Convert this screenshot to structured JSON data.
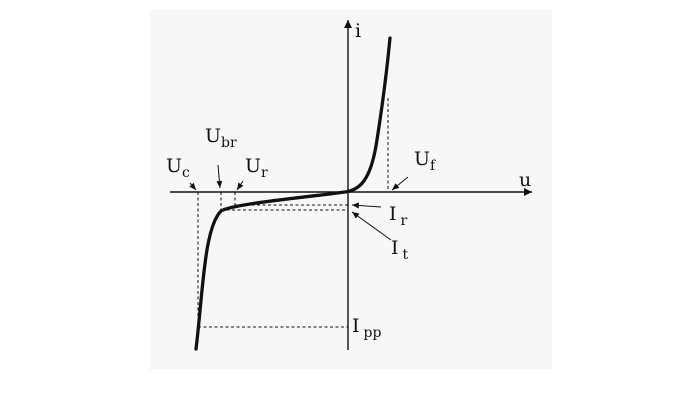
{
  "diagram": {
    "axes": {
      "x_label": "u",
      "y_label": "i"
    },
    "labels": {
      "Uc": {
        "main": "U",
        "sub": "c"
      },
      "Ubr": {
        "main": "U",
        "sub": "br"
      },
      "Ur": {
        "main": "U",
        "sub": "r"
      },
      "Uf": {
        "main": "U",
        "sub": "f"
      },
      "Ir": {
        "main": "I",
        "sub": "r"
      },
      "It": {
        "main": "I",
        "sub": "t"
      },
      "Ipp": {
        "main": "I",
        "sub": "pp"
      }
    },
    "colors": {
      "panel": "#f7f7f7",
      "stroke": "#111111"
    }
  }
}
